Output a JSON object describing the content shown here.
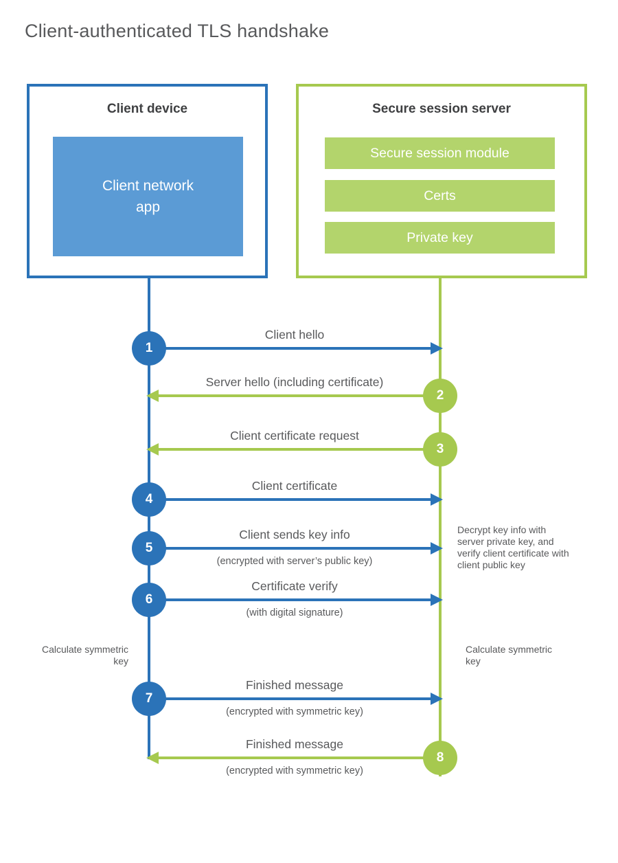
{
  "page": {
    "title": "Client-authenticated TLS handshake"
  },
  "colors": {
    "client_accent": "#2b73b8",
    "client_fill": "#5b9bd5",
    "server_accent": "#a6c94f",
    "server_fill": "#b3d46c",
    "text_gray": "#58595b"
  },
  "client_box": {
    "title": "Client device",
    "app_label": "Client network\napp"
  },
  "server_box": {
    "title": "Secure session server",
    "modules": [
      "Secure session module",
      "Certs",
      "Private key"
    ]
  },
  "steps": [
    {
      "number": "1",
      "actor": "client",
      "direction": "right",
      "label": "Client hello",
      "sublabel": ""
    },
    {
      "number": "2",
      "actor": "server",
      "direction": "left",
      "label": "Server hello (including certificate)",
      "sublabel": ""
    },
    {
      "number": "3",
      "actor": "server",
      "direction": "left",
      "label": "Client certificate request",
      "sublabel": ""
    },
    {
      "number": "4",
      "actor": "client",
      "direction": "right",
      "label": "Client certificate",
      "sublabel": ""
    },
    {
      "number": "5",
      "actor": "client",
      "direction": "right",
      "label": "Client sends key info",
      "sublabel": "(encrypted with server’s public key)"
    },
    {
      "number": "6",
      "actor": "client",
      "direction": "right",
      "label": "Certificate verify",
      "sublabel": "(with digital signature)"
    },
    {
      "number": "7",
      "actor": "client",
      "direction": "right",
      "label": "Finished message",
      "sublabel": "(encrypted with symmetric key)"
    },
    {
      "number": "8",
      "actor": "server",
      "direction": "left",
      "label": "Finished message",
      "sublabel": "(encrypted with symmetric key)"
    }
  ],
  "annotations": {
    "decrypt_note": "Decrypt key info with server private key, and verify client certificate with client public key",
    "calc_left": "Calculate symmetric key",
    "calc_right": "Calculate symmetric key"
  }
}
